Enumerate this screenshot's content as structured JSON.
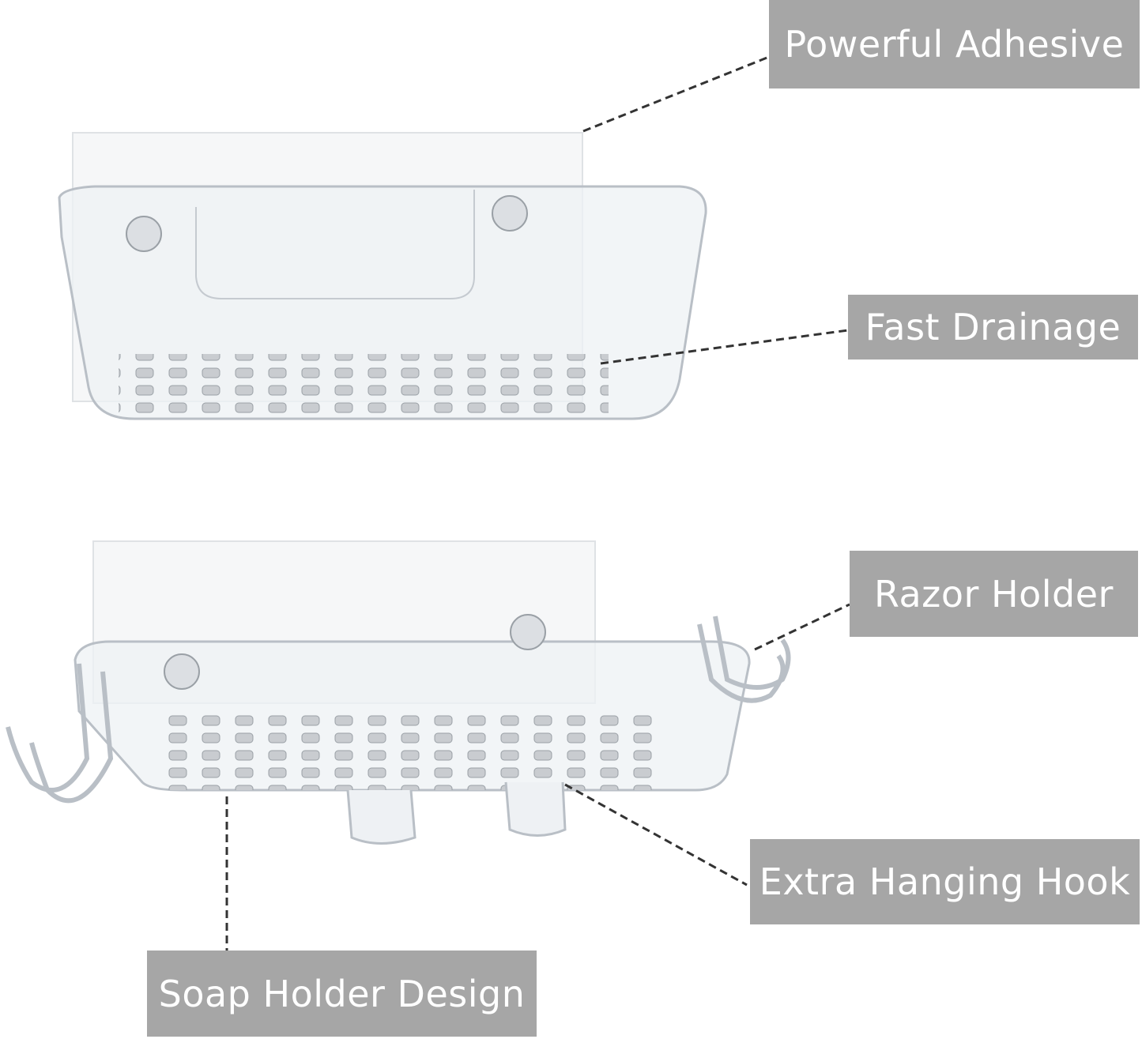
{
  "callouts": {
    "powerful_adhesive": "Powerful Adhesive",
    "fast_drainage": "Fast Drainage",
    "razor_holder": "Razor Holder",
    "extra_hanging_hook": "Extra Hanging Hook",
    "soap_holder_design": "Soap Holder Design"
  },
  "colors": {
    "label_bg": "#a6a6a6",
    "label_text": "#ffffff",
    "leader_line": "#333333"
  }
}
